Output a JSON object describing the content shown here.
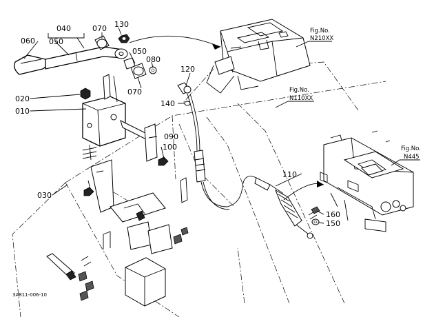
{
  "callouts": {
    "p040": "040",
    "p050a": "050",
    "p060": "060",
    "p070a": "070",
    "p130": "130",
    "p050b": "050",
    "p080": "080",
    "p070b": "070",
    "p020": "020",
    "p010": "010",
    "p120": "120",
    "p140": "140",
    "p090": "090",
    "p100": "100",
    "p030": "030",
    "p110": "110",
    "p160": "160",
    "p150": "150"
  },
  "figrefs": {
    "f1_label": "Fig.No.",
    "f1_num": "N210XX",
    "f2_label": "Fig.No.",
    "f2_num": "N110XX",
    "f3_label": "Fig.No.",
    "f3_num": "N445"
  },
  "diagram_code": "3A811-006-10"
}
